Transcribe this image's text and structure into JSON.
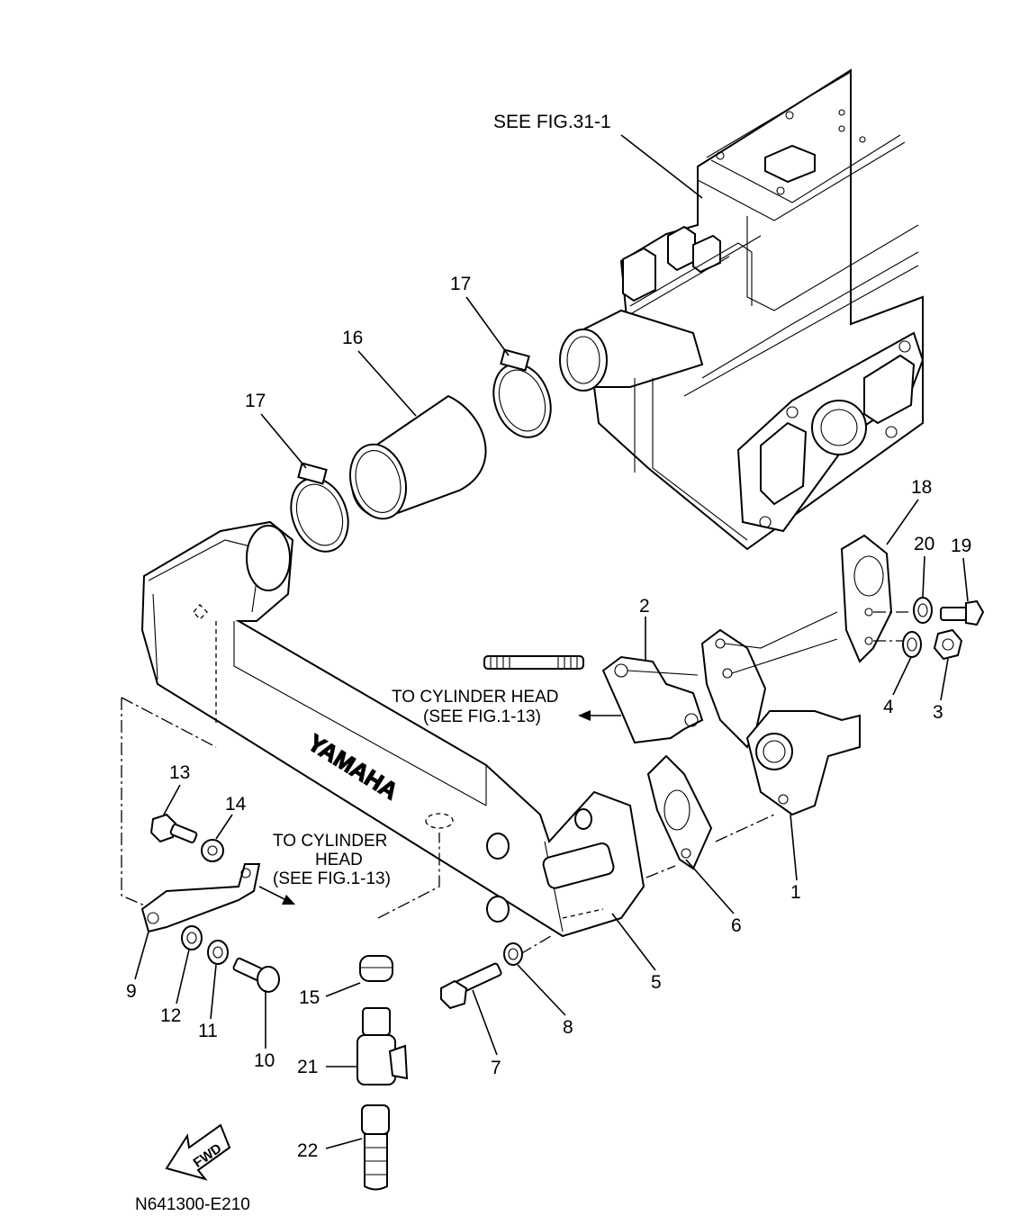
{
  "diagram": {
    "callouts": {
      "c1": "1",
      "c2": "2",
      "c3": "3",
      "c4": "4",
      "c5": "5",
      "c6": "6",
      "c7": "7",
      "c8": "8",
      "c9": "9",
      "c10": "10",
      "c11": "11",
      "c12": "12",
      "c13": "13",
      "c14": "14",
      "c15": "15",
      "c16": "16",
      "c17a": "17",
      "c17b": "17",
      "c18": "18",
      "c19": "19",
      "c20": "20",
      "c21": "21",
      "c22": "22"
    },
    "notes": {
      "see_fig_31": "SEE FIG.31-1",
      "to_cyl_head_1_line1": "TO CYLINDER HEAD",
      "to_cyl_head_1_line2": "(SEE FIG.1-13)",
      "to_cyl_head_2_line1": "TO CYLINDER",
      "to_cyl_head_2_line2": "HEAD",
      "to_cyl_head_2_line3": "(SEE FIG.1-13)"
    },
    "brand_mark": "YAMAHA",
    "fwd_label": "FWD",
    "drawing_id": "N641300-E210"
  }
}
